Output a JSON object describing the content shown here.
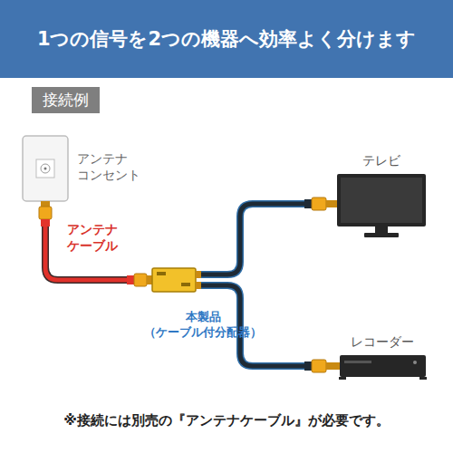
{
  "diagram": {
    "title": "1つの信号を2つの機器へ効率よく分けます",
    "nodes": [
      {
        "text": [
          "接続例"
        ]
      },
      {
        "text": [
          "アンテナ コンセント"
        ]
      },
      {
        "text": [
          "テレビ"
        ]
      },
      {
        "text": [
          "本製品 （ケーブル付分配器）"
        ]
      },
      {
        "text": [
          "レコーダー"
        ]
      }
    ],
    "edges": [
      {
        "from": 1,
        "to": 3,
        "arrow": "none",
        "label": "アンテナ ケーブル"
      },
      {
        "from": 3,
        "to": 2,
        "arrow": "none"
      },
      {
        "from": 3,
        "to": 4,
        "arrow": "none"
      }
    ],
    "labels": [
      "※接続には別売の『アンテナケーブル』が必要です。"
    ]
  }
}
